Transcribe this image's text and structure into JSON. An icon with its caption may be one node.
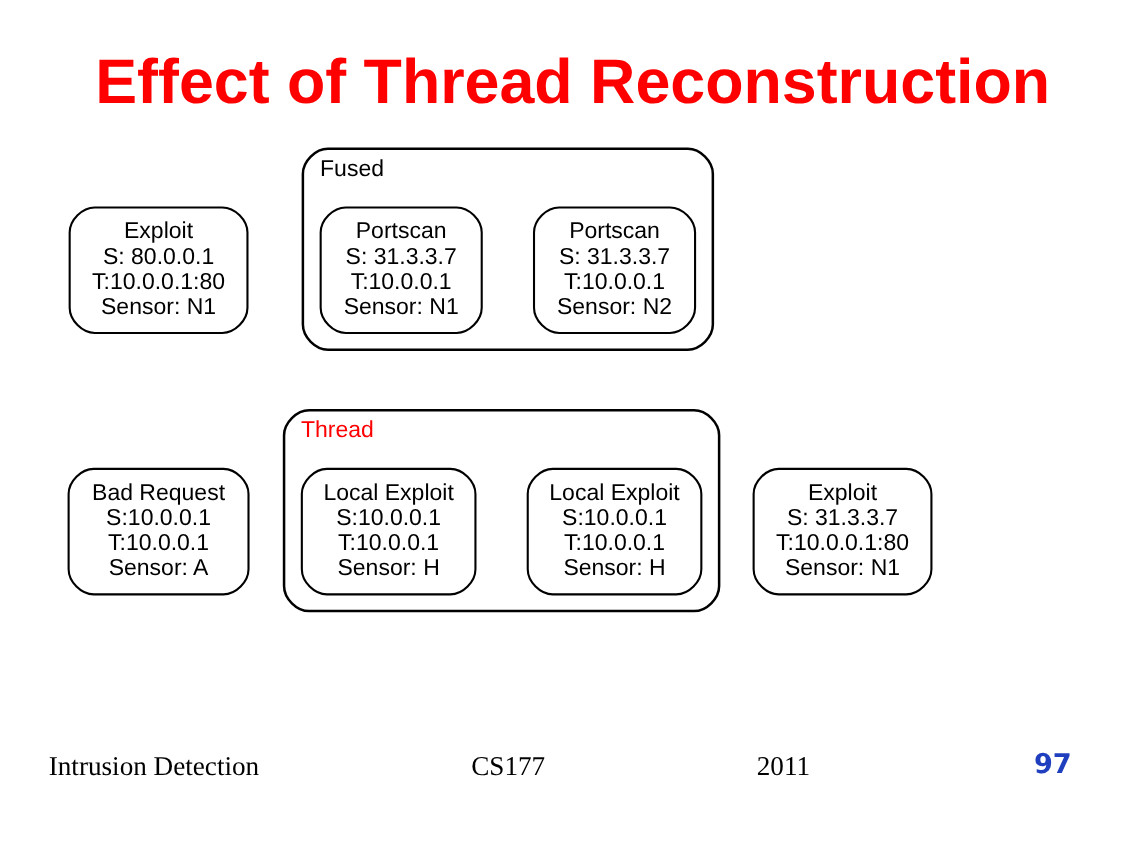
{
  "diagram": {
    "title": "Effect of Thread Reconstruction",
    "nodes": [
      {
        "text": [
          "Exploit",
          "S: 80.0.0.1",
          "T:10.0.0.1:80",
          "Sensor: N1"
        ]
      },
      {
        "text": [
          "Fused"
        ]
      },
      {
        "text": [
          "Portscan",
          "S: 31.3.3.7",
          "T:10.0.0.1",
          "Sensor: N2"
        ],
        "in": 1
      },
      {
        "text": [
          "Portscan",
          "S: 31.3.3.7",
          "T:10.0.0.1",
          "Sensor: N1"
        ],
        "in": 1
      },
      {
        "text": [
          "Exploit",
          "S: 31.3.3.7",
          "T:10.0.0.1:80",
          "Sensor: N1"
        ]
      },
      {
        "text": [
          "Bad Request",
          "S:10.0.0.1",
          "T:10.0.0.1",
          "Sensor: A"
        ]
      },
      {
        "text": [
          "Thread"
        ]
      },
      {
        "text": [
          "Local Exploit",
          "S:10.0.0.1",
          "T:10.0.0.1",
          "Sensor: H"
        ],
        "in": 6
      },
      {
        "text": [
          "Local Exploit",
          "S:10.0.0.1",
          "T:10.0.0.1",
          "Sensor: H"
        ],
        "in": 6
      }
    ],
    "edges": [],
    "labels": [
      "Intrusion Detection",
      "CS177",
      "2011",
      "97"
    ]
  }
}
